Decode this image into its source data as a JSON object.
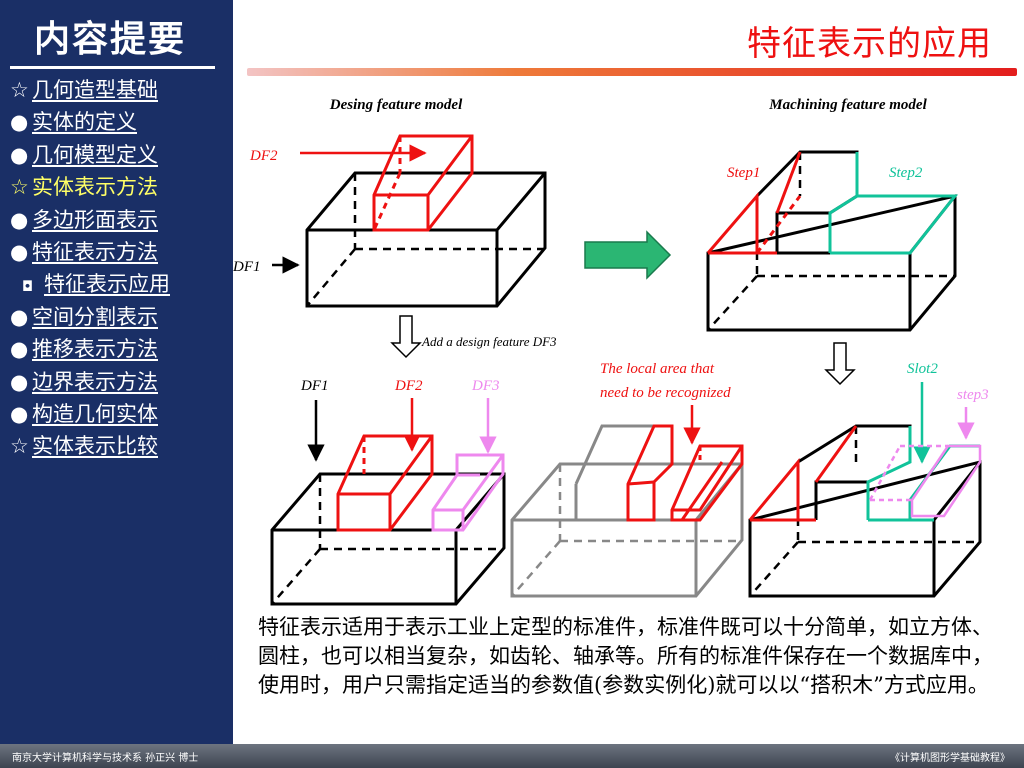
{
  "sidebar": {
    "title": "内容提要",
    "items": [
      {
        "bullet": "☆",
        "label": "几何造型基础"
      },
      {
        "bullet": "●",
        "label": "实体的定义"
      },
      {
        "bullet": "●",
        "label": "几何模型定义"
      },
      {
        "bullet": "☆",
        "label": "实体表示方法",
        "active": true
      },
      {
        "bullet": "●",
        "label": "多边形面表示"
      },
      {
        "bullet": "●",
        "label": "特征表示方法"
      },
      {
        "bullet": "◘",
        "label": "特征表示应用",
        "sub": true
      },
      {
        "bullet": "●",
        "label": "空间分割表示"
      },
      {
        "bullet": "●",
        "label": "推移表示方法"
      },
      {
        "bullet": "●",
        "label": "边界表示方法"
      },
      {
        "bullet": "●",
        "label": "构造几何实体"
      },
      {
        "bullet": "☆",
        "label": "实体表示比较"
      }
    ]
  },
  "page_title": "特征表示的应用",
  "diagram": {
    "design_model_title": "Desing feature model",
    "machining_model_title": "Machining feature model",
    "df1": "DF1",
    "df2": "DF2",
    "df3": "DF3",
    "step1": "Step1",
    "step2": "Step2",
    "step3": "step3",
    "slot2": "Slot2",
    "add_feature": "Add a design feature DF3",
    "local_area_line1": "The local area that",
    "local_area_line2": "need to be recognized",
    "colors": {
      "black": "#000000",
      "red": "#ee1111",
      "green": "#11c39a",
      "pink": "#ee88ee",
      "gray": "#888888",
      "arrow_green": "#2bb673"
    }
  },
  "caption": "特征表示适用于表示工业上定型的标准件，标准件既可以十分简单，如立方体、圆柱，也可以相当复杂，如齿轮、轴承等。所有的标准件保存在一个数据库中，使用时，用户只需指定适当的参数值(参数实例化)就可以以“搭积木”方式应用。",
  "footer": {
    "left": "南京大学计算机科学与技术系   孙正兴 博士",
    "right": "《计算机图形学基础教程》"
  }
}
